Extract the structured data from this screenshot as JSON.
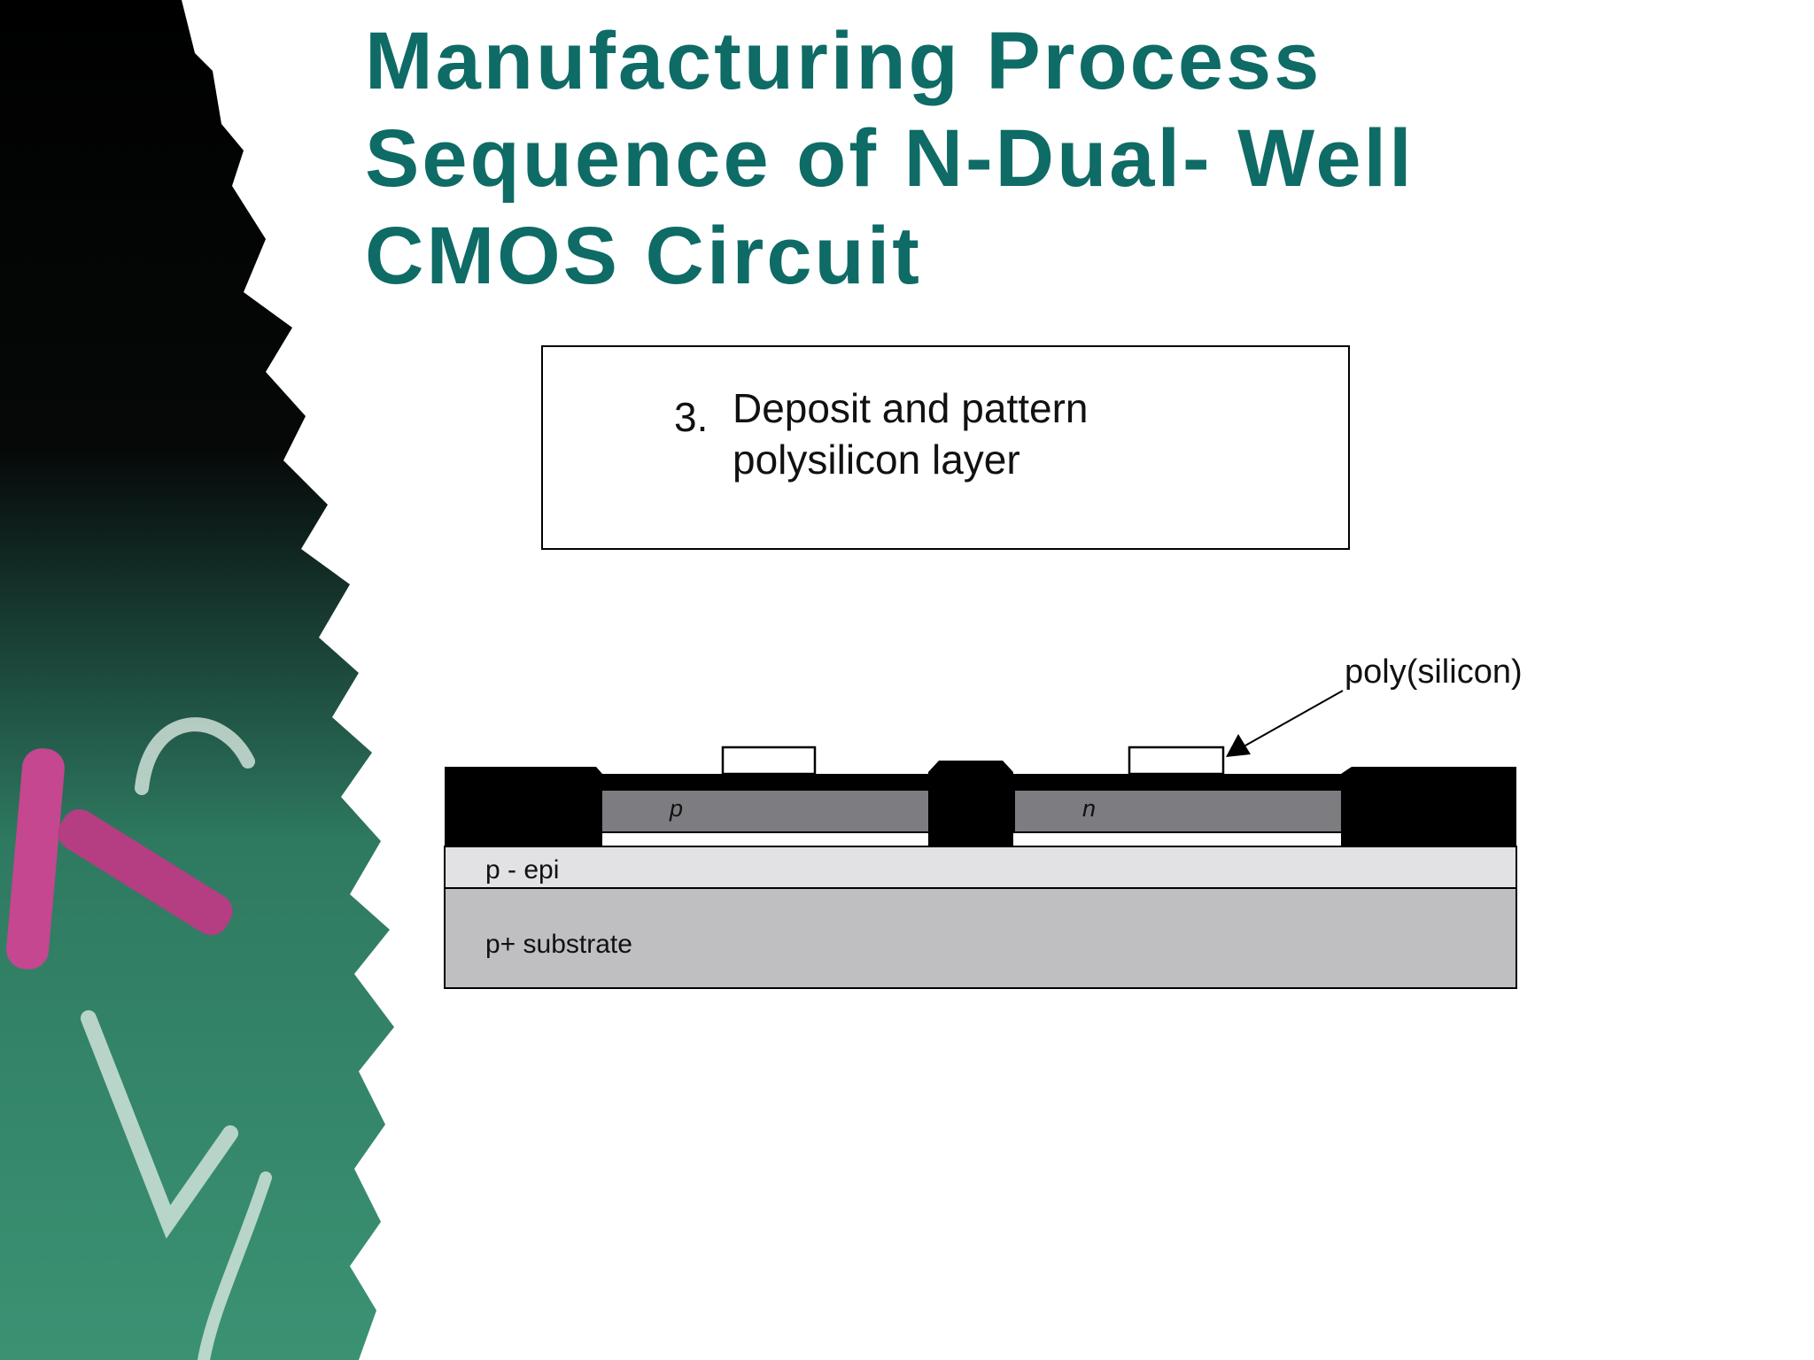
{
  "slide": {
    "title_lines": [
      "Manufacturing Process",
      "Sequence of N-Dual- Well",
      "CMOS Circuit"
    ]
  },
  "step": {
    "number": "3.",
    "text_lines": [
      "Deposit and pattern",
      "polysilicon layer"
    ]
  },
  "diagram": {
    "labels": {
      "p_well": "p",
      "n_well": "n",
      "epi": "p - epi",
      "substrate": "p+ substrate",
      "poly": "poly(silicon)"
    },
    "colors": {
      "oxide": "#000000",
      "well": "#7d7c80",
      "epi": "#e2e1e4",
      "substrate": "#bfbec1",
      "title": "#0e6b66"
    }
  }
}
